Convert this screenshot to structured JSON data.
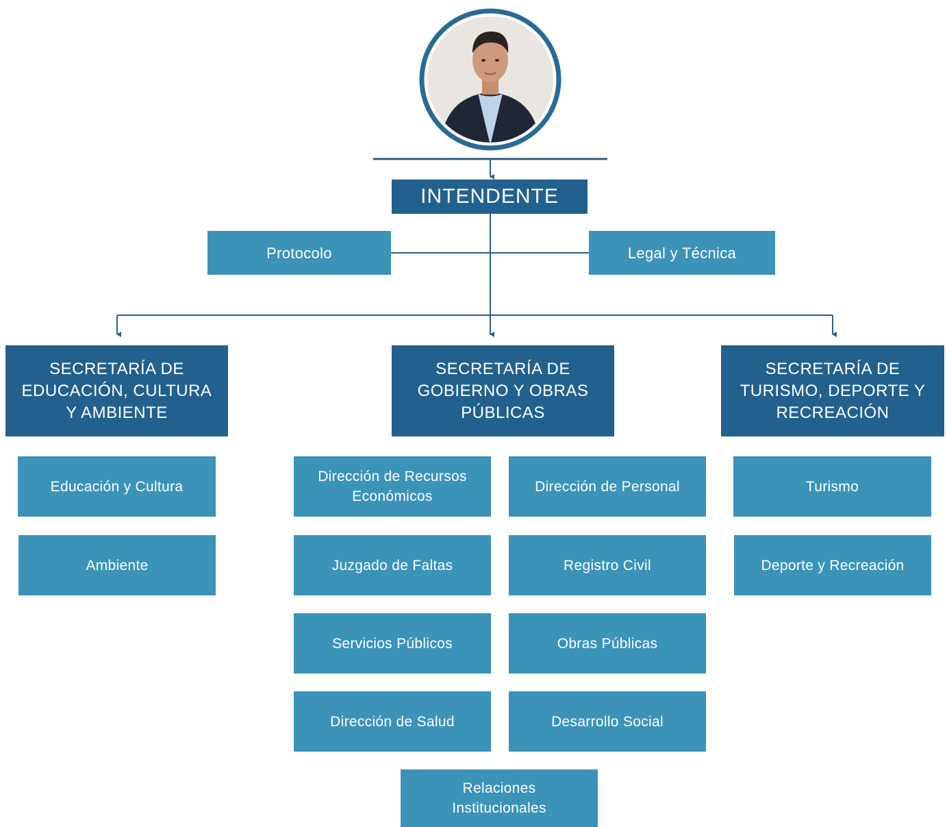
{
  "chart": {
    "head_title": "INTENDENTE",
    "staff": [
      "Protocolo",
      "Legal y Técnica"
    ],
    "secretariats": [
      {
        "title": "SECRETARÍA DE\nEDUCACIÓN, CULTURA\nY AMBIENTE",
        "units": [
          "Educación y Cultura",
          "Ambiente"
        ]
      },
      {
        "title": "SECRETARÍA DE\nGOBIERNO Y OBRAS\nPÚBLICAS",
        "units": [
          "Dirección de Recursos\nEconómicos",
          "Dirección de Personal",
          "Juzgado de Faltas",
          "Registro Civil",
          "Servicios Públicos",
          "Obras Públicas",
          "Dirección de Salud",
          "Desarrollo Social",
          "Relaciones\nInstitucionales"
        ]
      },
      {
        "title": "SECRETARÍA DE\nTURISMO, DEPORTE Y\nRECREACIÓN",
        "units": [
          "Turismo",
          "Deporte y Recreación"
        ]
      }
    ]
  },
  "colors": {
    "dark_box": "#22618d",
    "light_box": "#3b93b8",
    "line": "#2b5f86",
    "ring": "#2a6a97"
  },
  "icons": {
    "portrait": "person-portrait-icon"
  }
}
